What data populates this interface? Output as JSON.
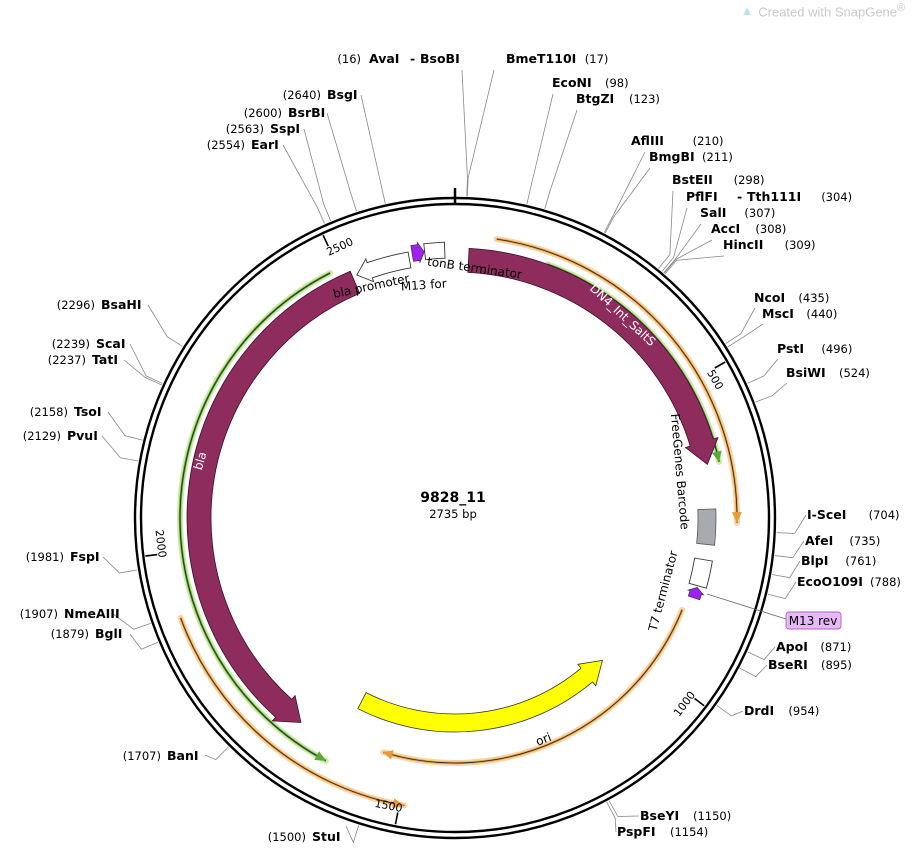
{
  "watermark": {
    "text": "Created with SnapGene",
    "symbol": "®"
  },
  "plasmid": {
    "name": "9828_11",
    "length_label": "2735 bp",
    "length": 2735
  },
  "ticks": [
    "500",
    "1000",
    "1500",
    "2000",
    "2500"
  ],
  "colors": {
    "bla_arrow": "#8e2c5e",
    "ori_arrow": "#ffff00",
    "barcode_box": "#a7aaaf",
    "primer_fill": "#a020f0",
    "primer_label_bg": "#e8b8f8",
    "orange_strand": "#e79b3a",
    "green_strand": "#5aa83a",
    "backbone": "#000000"
  },
  "features": [
    {
      "id": "bla",
      "label": "bla"
    },
    {
      "id": "dn4",
      "label": "DN4_Int_SaltS"
    },
    {
      "id": "ori",
      "label": "ori"
    },
    {
      "id": "bla-promoter",
      "label": "bla promoter"
    },
    {
      "id": "tonb",
      "label": "tonB terminator"
    },
    {
      "id": "m13for",
      "label": "M13 for"
    },
    {
      "id": "barcode",
      "label": "FreeGenes Barcode"
    },
    {
      "id": "t7",
      "label": "T7 terminator"
    },
    {
      "id": "m13rev",
      "label": "M13 rev"
    }
  ],
  "sites": [
    {
      "name": "AvaI",
      "pos": "(16)",
      "name2": "BsoBI"
    },
    {
      "name": "BmeT110I",
      "pos": "(17)"
    },
    {
      "name": "EcoNI",
      "pos": "(98)"
    },
    {
      "name": "BtgZI",
      "pos": "(123)"
    },
    {
      "name": "AflIII",
      "pos": "(210)"
    },
    {
      "name": "BmgBI",
      "pos": "(211)"
    },
    {
      "name": "BstEII",
      "pos": "(298)"
    },
    {
      "name": "PflFI",
      "pos": "(304)",
      "name2": "Tth111I"
    },
    {
      "name": "SalI",
      "pos": "(307)"
    },
    {
      "name": "AccI",
      "pos": "(308)"
    },
    {
      "name": "HincII",
      "pos": "(309)"
    },
    {
      "name": "NcoI",
      "pos": "(435)"
    },
    {
      "name": "MscI",
      "pos": "(440)"
    },
    {
      "name": "PstI",
      "pos": "(496)"
    },
    {
      "name": "BsiWI",
      "pos": "(524)"
    },
    {
      "name": "I-SceI",
      "pos": "(704)"
    },
    {
      "name": "AfeI",
      "pos": "(735)"
    },
    {
      "name": "BlpI",
      "pos": "(761)"
    },
    {
      "name": "EcoO109I",
      "pos": "(788)"
    },
    {
      "name": "ApoI",
      "pos": "(871)"
    },
    {
      "name": "BseRI",
      "pos": "(895)"
    },
    {
      "name": "DrdI",
      "pos": "(954)"
    },
    {
      "name": "BseYI",
      "pos": "(1150)"
    },
    {
      "name": "PspFI",
      "pos": "(1154)"
    },
    {
      "name": "StuI",
      "pos": "(1500)"
    },
    {
      "name": "BanI",
      "pos": "(1707)"
    },
    {
      "name": "BglI",
      "pos": "(1879)"
    },
    {
      "name": "NmeAIII",
      "pos": "(1907)"
    },
    {
      "name": "FspI",
      "pos": "(1981)"
    },
    {
      "name": "PvuI",
      "pos": "(2129)"
    },
    {
      "name": "TsoI",
      "pos": "(2158)"
    },
    {
      "name": "TatI",
      "pos": "(2237)"
    },
    {
      "name": "ScaI",
      "pos": "(2239)"
    },
    {
      "name": "BsaHI",
      "pos": "(2296)"
    },
    {
      "name": "EarI",
      "pos": "(2554)"
    },
    {
      "name": "SspI",
      "pos": "(2563)"
    },
    {
      "name": "BsrBI",
      "pos": "(2600)"
    },
    {
      "name": "BsgI",
      "pos": "(2640)"
    }
  ]
}
